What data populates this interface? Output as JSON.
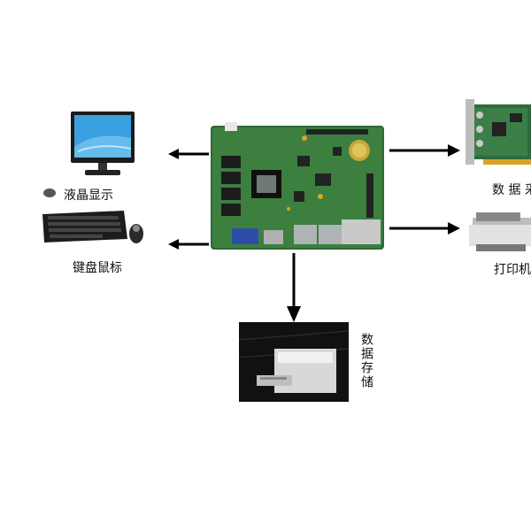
{
  "nodes": {
    "board": {
      "name": "embedded-board"
    },
    "display_keyboard": {
      "label": "液晶显示"
    },
    "keyboard_mouse": {
      "label": "键盘鼠标"
    },
    "data_acquisition": {
      "label": "数 据 采"
    },
    "printer": {
      "label": "打印机"
    },
    "storage": {
      "label": "数据存储"
    }
  },
  "colors": {
    "board_green": "#2e6b34",
    "arrow": "#000000",
    "monitor_screen": "#3aa0e0"
  }
}
